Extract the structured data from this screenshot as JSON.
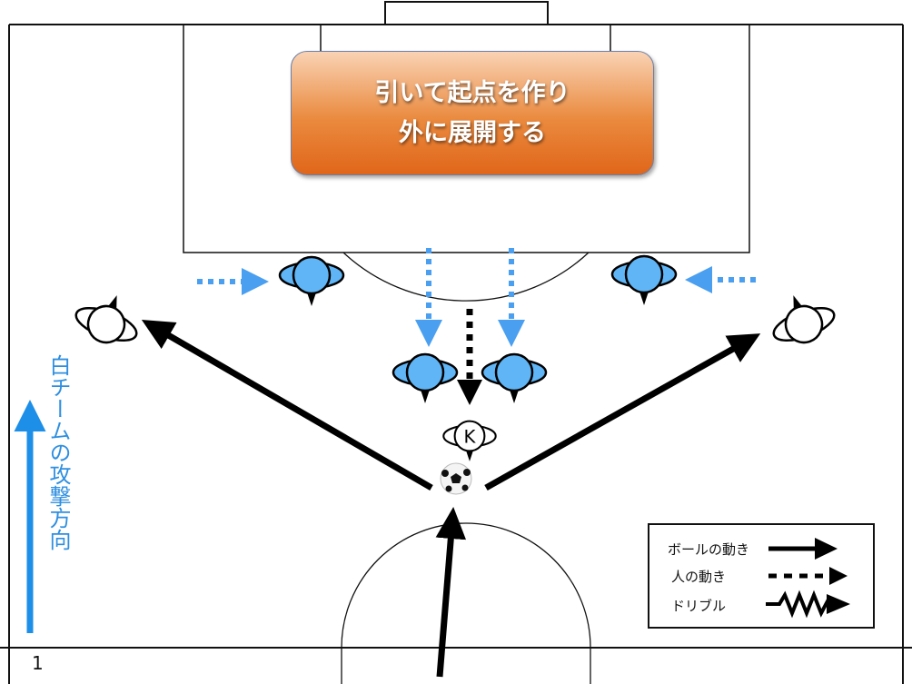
{
  "callout": {
    "line1": "引いて起点を作り",
    "line2": "外に展開する"
  },
  "attack_direction_label": "白チームの攻撃方向",
  "legend": {
    "ball_movement": "ボールの動き",
    "player_movement": "人の動き",
    "dribble": "ドリブル"
  },
  "keeper_label": "K",
  "page_number": "1",
  "colors": {
    "blue_team": "#5fb5f5",
    "arrow_blue": "#4a9ff0",
    "direction_blue": "#1e8fe8",
    "callout_orange": "#e87a2e"
  }
}
